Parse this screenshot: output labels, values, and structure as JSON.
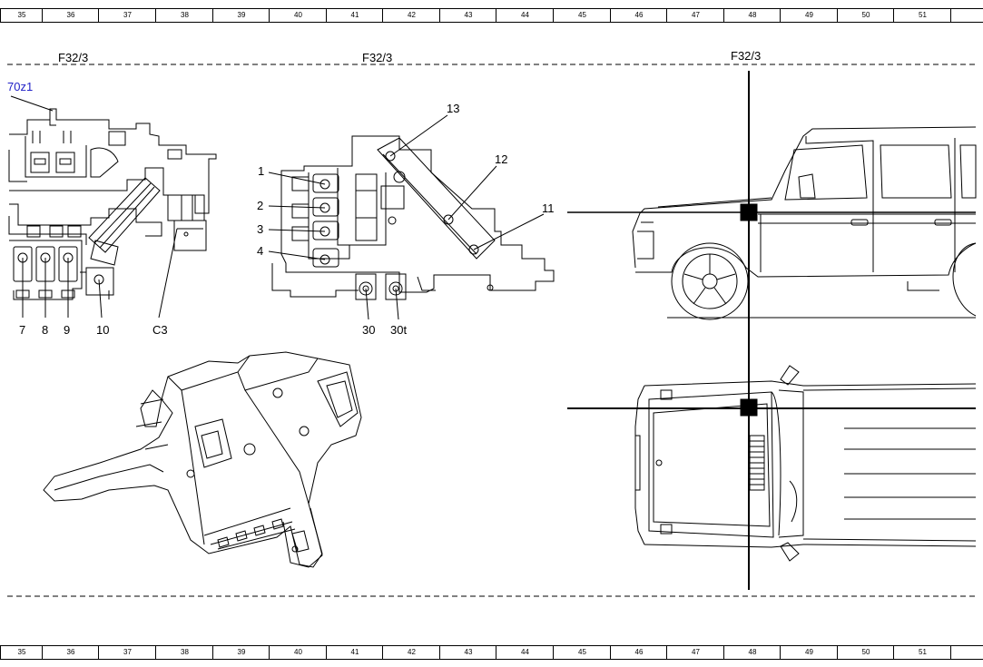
{
  "grid": {
    "numbers": [
      "35",
      "36",
      "37",
      "38",
      "39",
      "40",
      "41",
      "42",
      "43",
      "44",
      "45",
      "46",
      "47",
      "48",
      "49",
      "50",
      "51"
    ]
  },
  "titles": {
    "left": "F32/3",
    "center": "F32/3",
    "right": "F32/3"
  },
  "references": {
    "component_ref": "70z1"
  },
  "left_view_labels": {
    "fuse_7": "7",
    "fuse_8": "8",
    "fuse_9": "9",
    "fuse_10": "10",
    "connector_c3": "C3"
  },
  "center_view_labels": {
    "fuse_1": "1",
    "fuse_2": "2",
    "fuse_3": "3",
    "fuse_4": "4",
    "fuse_11": "11",
    "fuse_12": "12",
    "fuse_13": "13",
    "terminal_30": "30",
    "terminal_30t": "30t"
  },
  "colors": {
    "line": "#000000",
    "reference_link": "#2323c8"
  }
}
